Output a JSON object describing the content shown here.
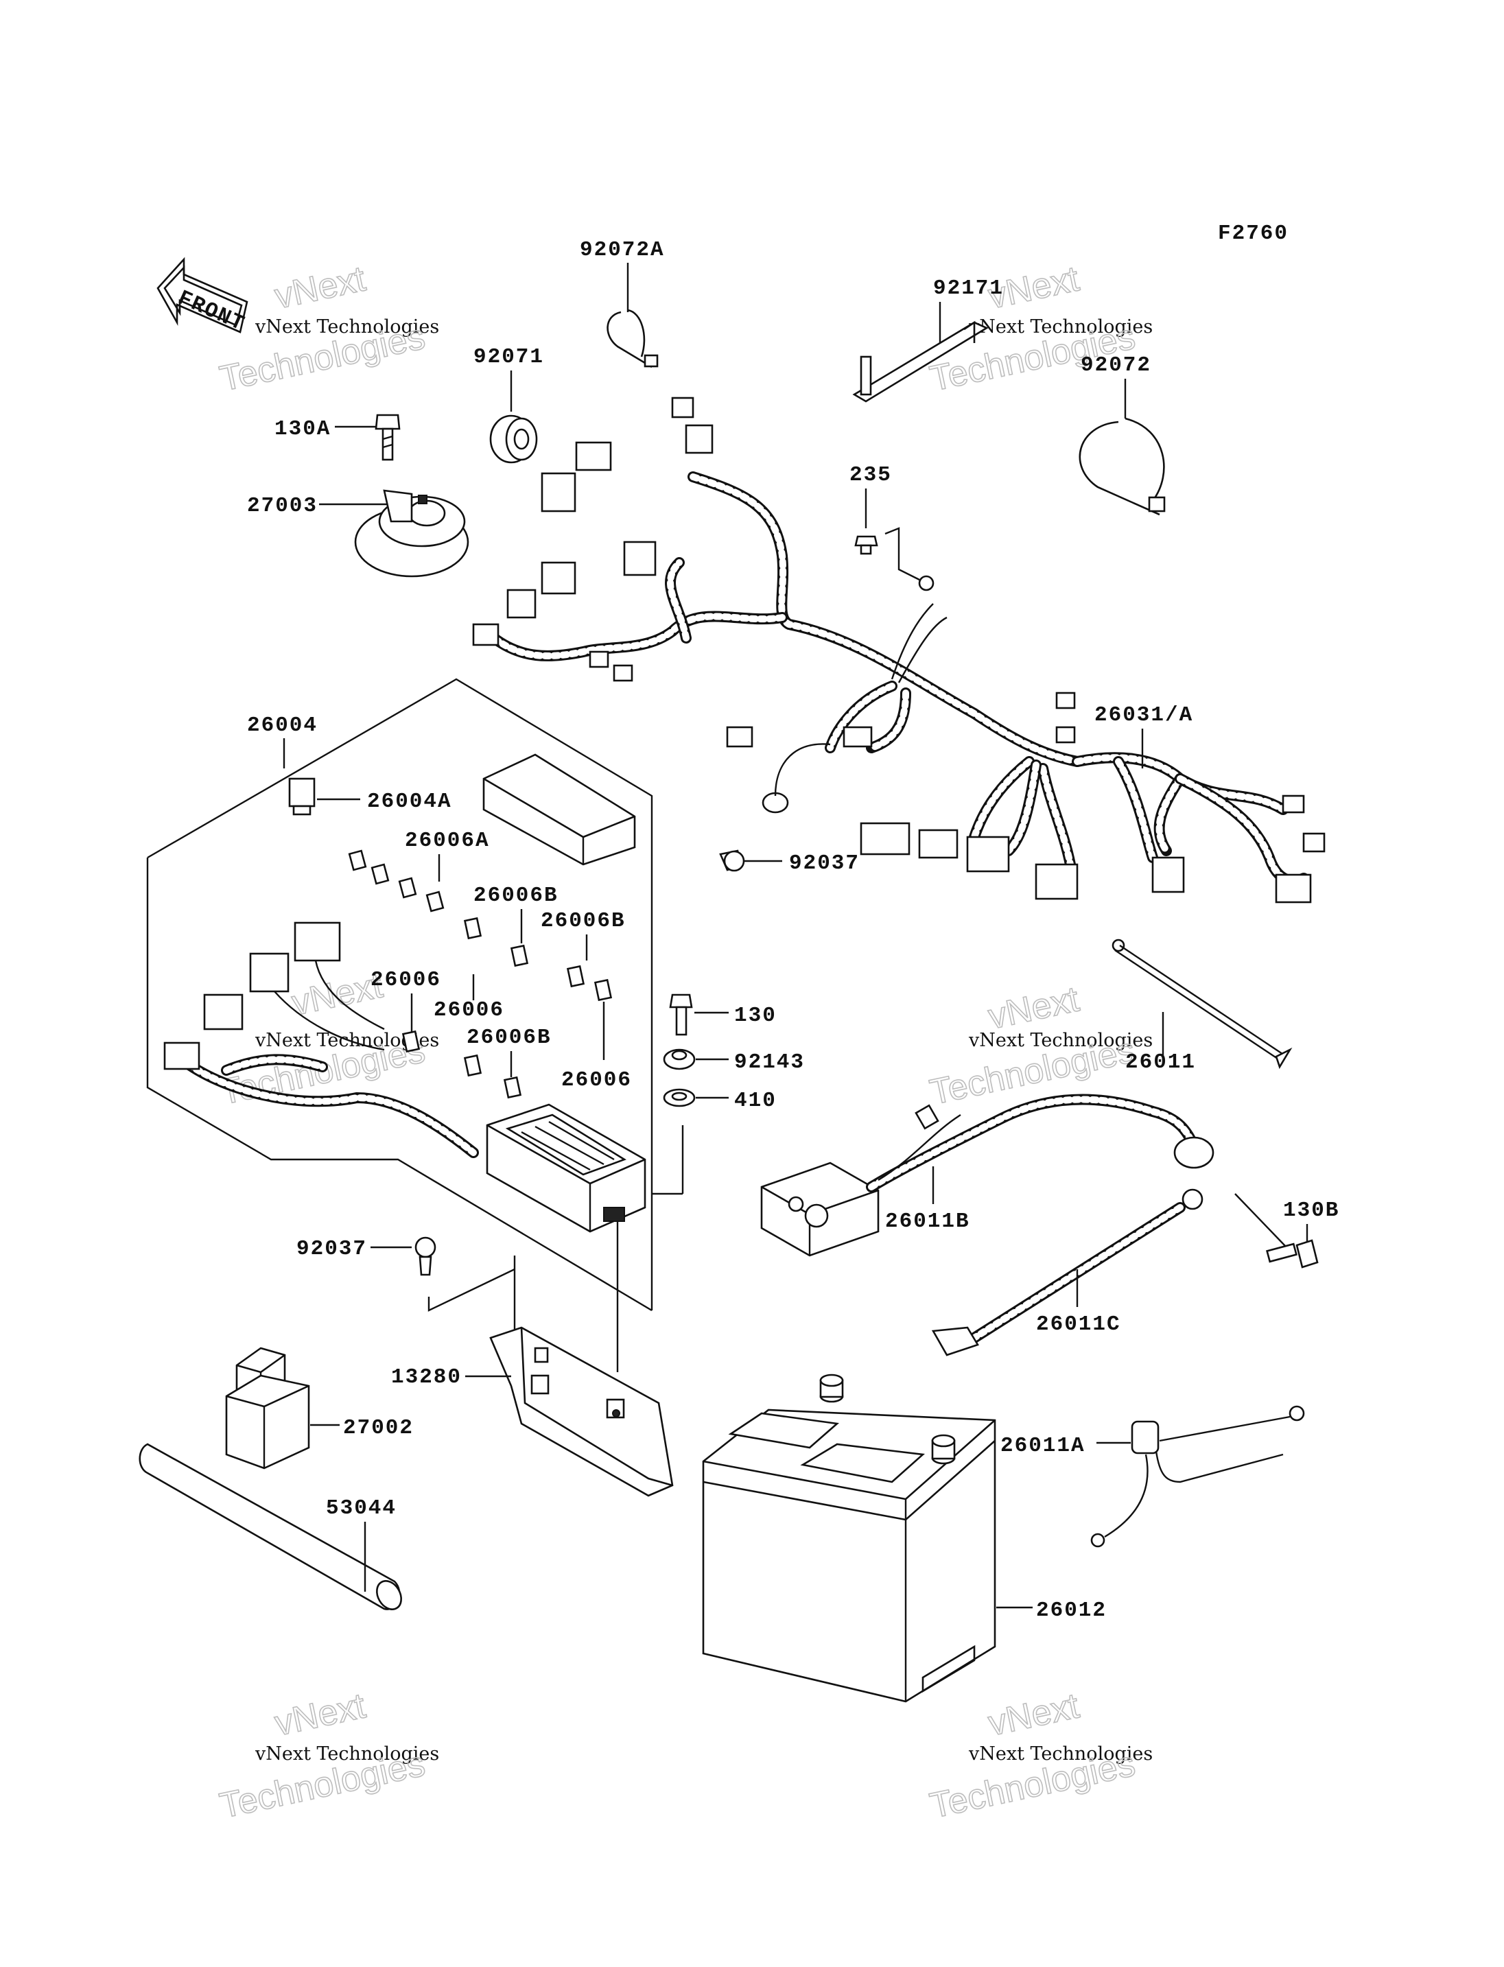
{
  "figure_code": "F2760",
  "front_arrow": {
    "label": "FRONT",
    "icon": "front-arrow-icon"
  },
  "watermark": {
    "line1": "vNext Technologies",
    "line2": "vNext",
    "line3": "Technologies"
  },
  "callouts": {
    "c92072A": "92072A",
    "c92171": "92171",
    "c92071": "92071",
    "c92072": "92072",
    "c130A": "130A",
    "c27003": "27003",
    "c235": "235",
    "c26004": "26004",
    "c26031A": "26031/A",
    "c26004A": "26004A",
    "c26006A": "26006A",
    "c92037a": "92037",
    "c26006B_1": "26006B",
    "c26006B_2": "26006B",
    "c26006_1": "26006",
    "c26006_2": "26006",
    "c26006B_3": "26006B",
    "c26006_3": "26006",
    "c130": "130",
    "c92143": "92143",
    "c410": "410",
    "c26011": "26011",
    "c26011B": "26011B",
    "c130B": "130B",
    "c92037b": "92037",
    "c26011C": "26011C",
    "c13280": "13280",
    "c27002": "27002",
    "c26011A": "26011A",
    "c53044": "53044",
    "c26012": "26012"
  }
}
